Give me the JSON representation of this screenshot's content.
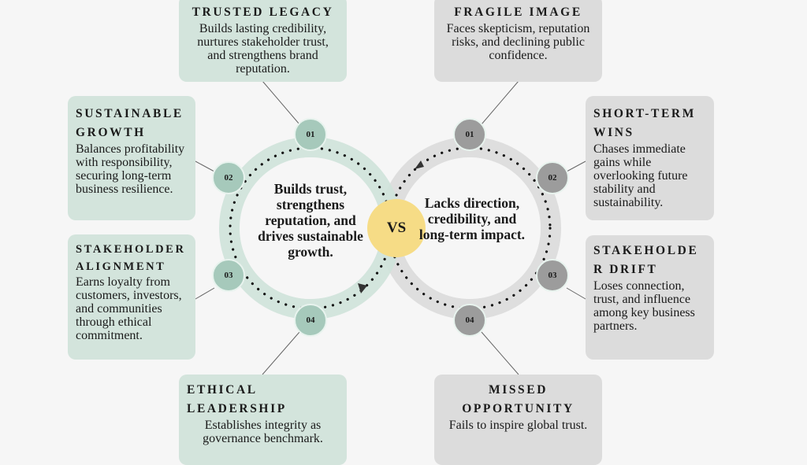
{
  "left": {
    "center_text": "Builds trust, strengthens reputation, and drives sustainable growth.",
    "items": [
      {
        "number": "01",
        "title": "TRUSTED LEGACY",
        "description": "Builds lasting credibility, nurtures stakeholder trust, and strengthens brand reputation."
      },
      {
        "number": "02",
        "title": "SUSTAINABLE GROWTH",
        "description": "Balances profitability with responsibility, securing long-term business resilience."
      },
      {
        "number": "03",
        "title": "STAKEHOLDER ALIGNMENT",
        "description": "Earns loyalty from customers, investors, and communities through ethical commitment."
      },
      {
        "number": "04",
        "title": "ETHICAL LEADERSHIP",
        "description": "Establishes integrity as governance benchmark."
      }
    ]
  },
  "vs_label": "VS",
  "right": {
    "center_text": "Lacks direction, credibility, and long-term impact.",
    "items": [
      {
        "number": "01",
        "title": "FRAGILE IMAGE",
        "description": "Faces skepticism, reputation risks, and declining public confidence."
      },
      {
        "number": "02",
        "title": "SHORT-TERM WINS",
        "description": "Chases immediate gains while overlooking future stability and sustainability."
      },
      {
        "number": "03",
        "title": "STAKEHOLDER DRIFT",
        "description": "Loses connection, trust, and influence among key business partners."
      },
      {
        "number": "04",
        "title": "MISSED OPPORTUNITY",
        "description": "Fails to inspire global trust."
      }
    ]
  },
  "colors": {
    "green_box": "#d3e4dc",
    "green_node": "#a6c9bb",
    "grey_box": "#dcdcdc",
    "grey_node": "#9c9c9c",
    "vs": "#f6dc86"
  }
}
